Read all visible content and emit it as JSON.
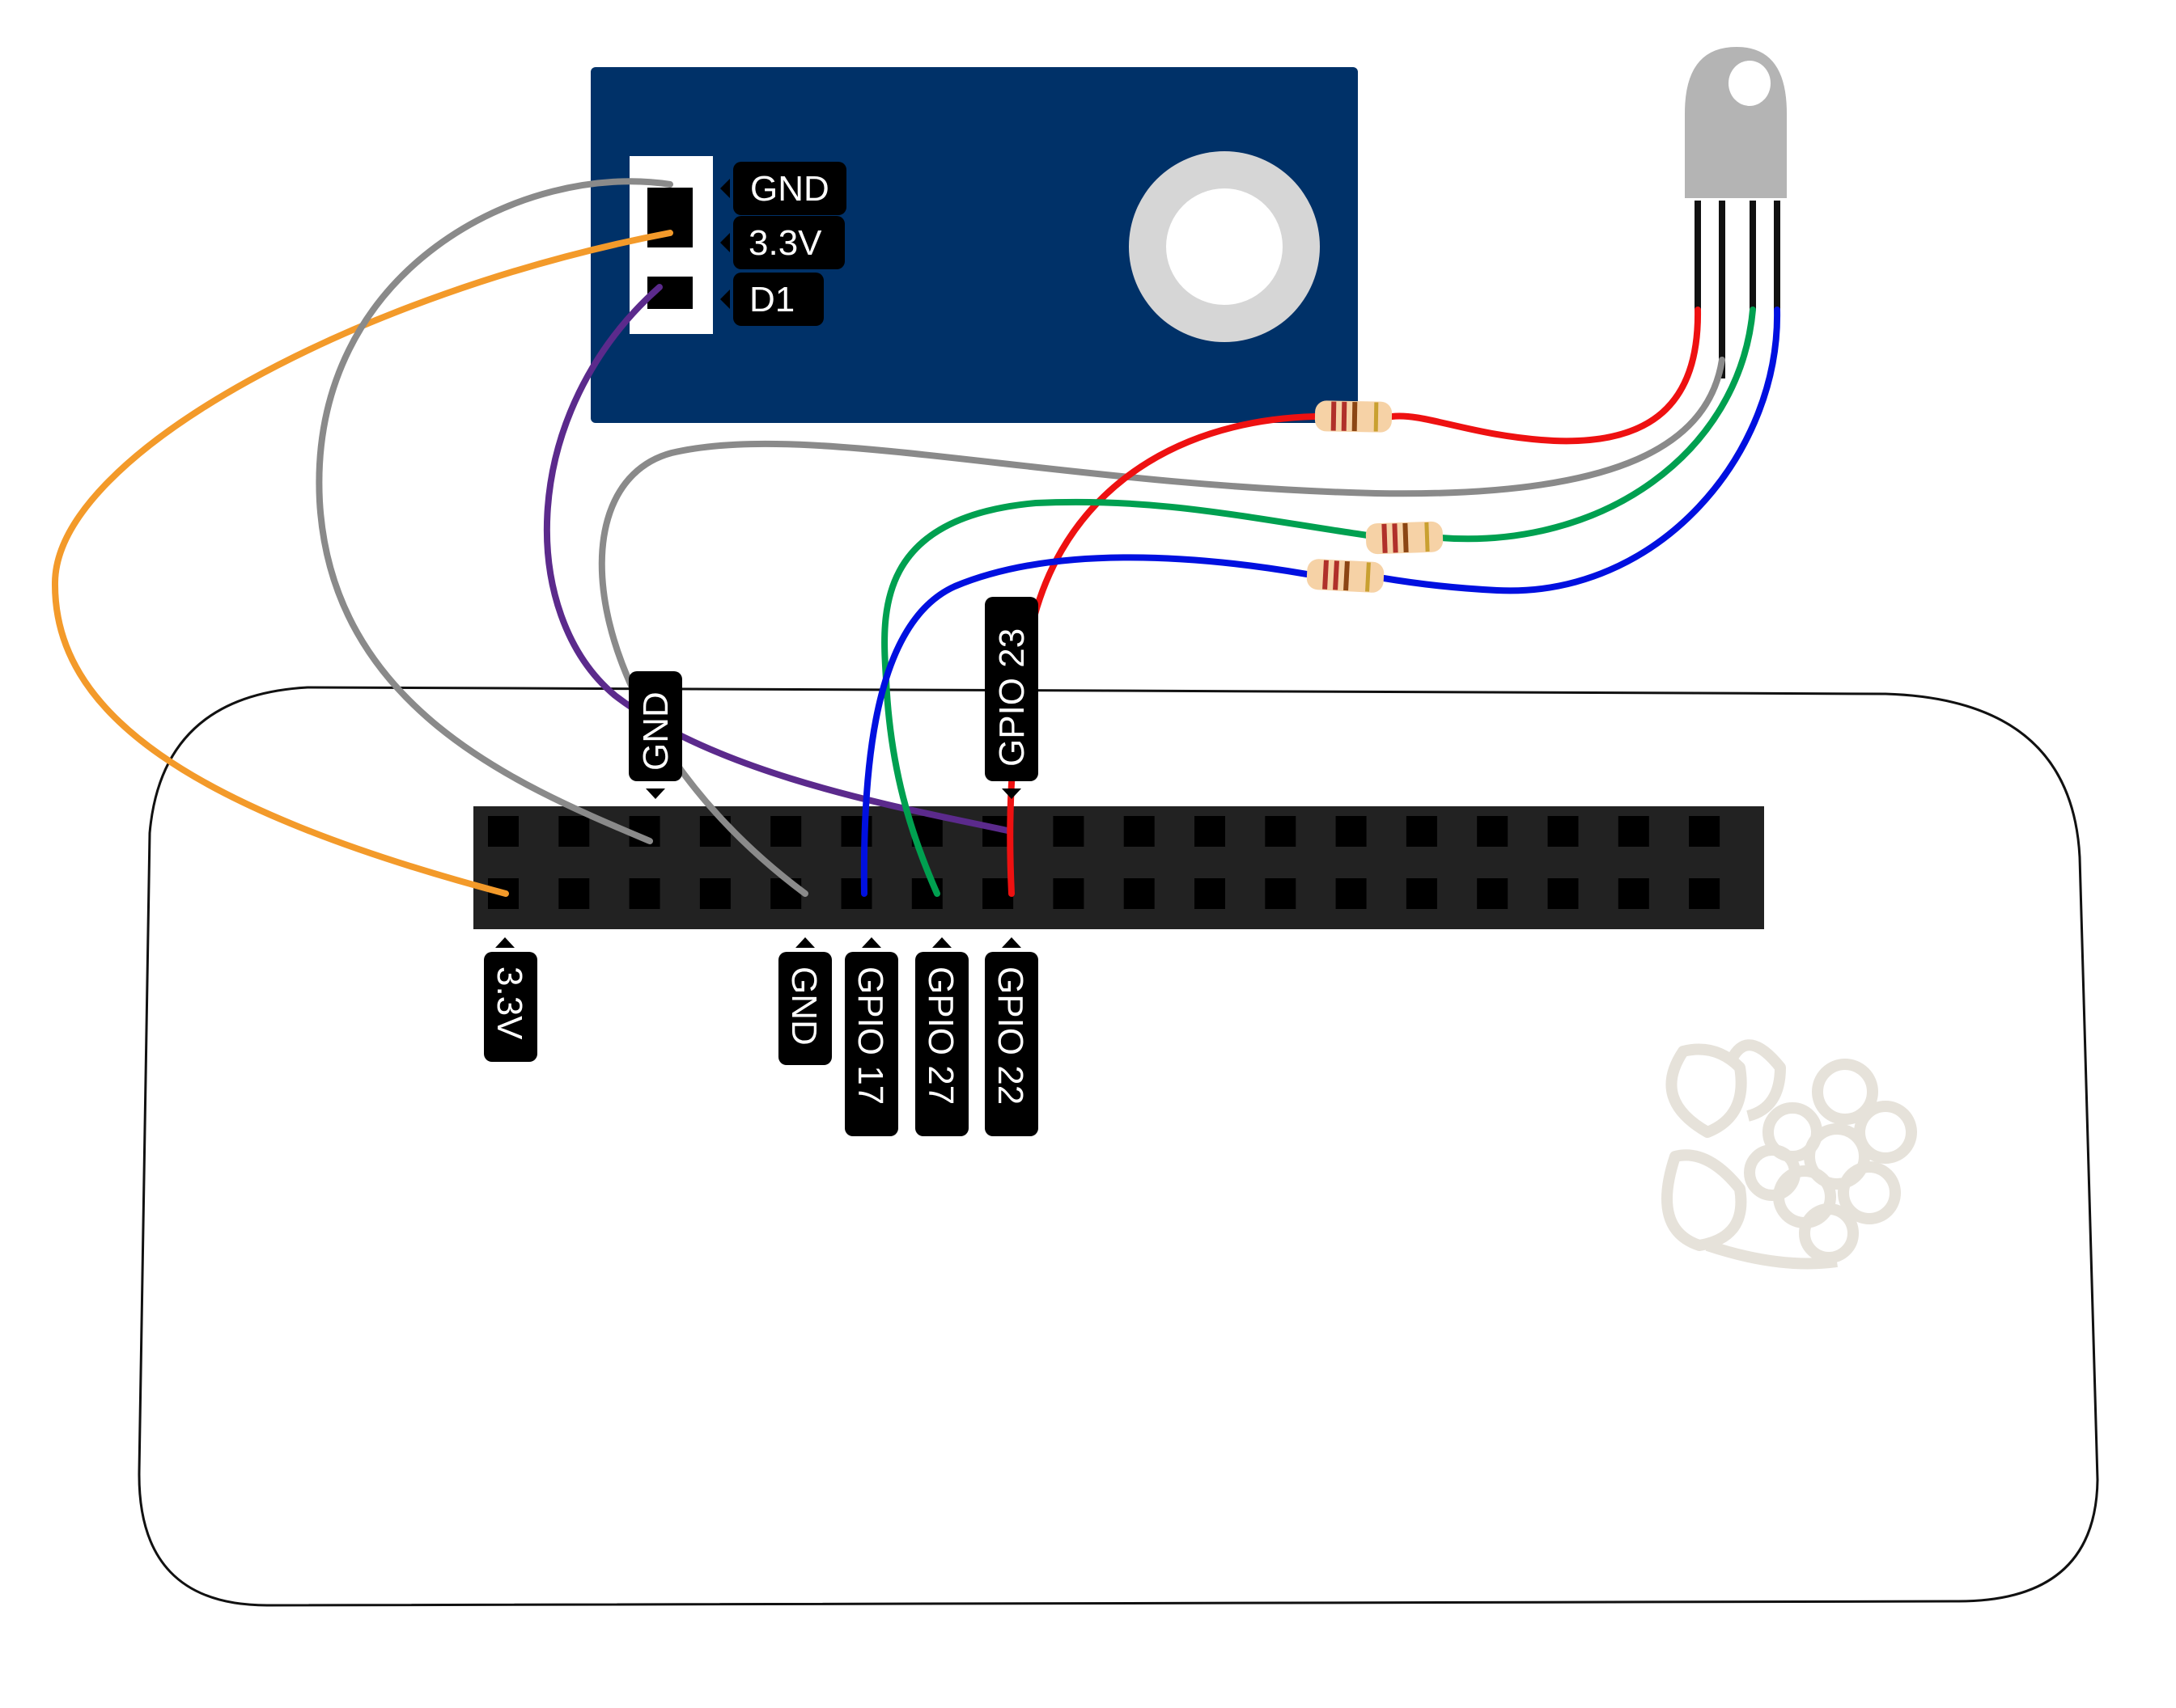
{
  "sensor_module": {
    "pins": [
      {
        "label": "GND"
      },
      {
        "label": "3.3V"
      },
      {
        "label": "D1"
      }
    ],
    "board_color": "#003168"
  },
  "rgb_led": {
    "lead_colors": [
      "#e00000",
      "#888888",
      "#00a050",
      "#0010e0"
    ]
  },
  "header_pins": {
    "top": [
      {
        "label": "GND"
      },
      {
        "label": "GPIO 23"
      }
    ],
    "bottom": [
      {
        "label": "3.3V"
      },
      {
        "label": "GND"
      },
      {
        "label": "GPIO 17"
      },
      {
        "label": "GPIO 27"
      },
      {
        "label": "GPIO 22"
      }
    ]
  },
  "wire_colors": {
    "orange": "#f39a2a",
    "gray": "#8a8a8a",
    "purple": "#5b2a8c",
    "red": "#ee1111",
    "green": "#00a050",
    "blue": "#0010e0"
  }
}
